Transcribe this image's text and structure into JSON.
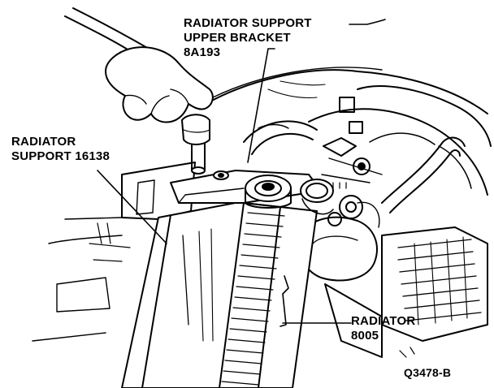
{
  "labels": {
    "bracket": {
      "line1": "RADIATOR SUPPORT",
      "line2": "UPPER BRACKET",
      "line3": "8A193"
    },
    "support": {
      "line1": "RADIATOR",
      "line2": "SUPPORT 16138"
    },
    "radiator": {
      "line1": "RADIATOR",
      "line2": "8005"
    },
    "figure_id": "Q3478-B"
  },
  "colors": {
    "ink": "#000000",
    "paper": "#ffffff"
  }
}
